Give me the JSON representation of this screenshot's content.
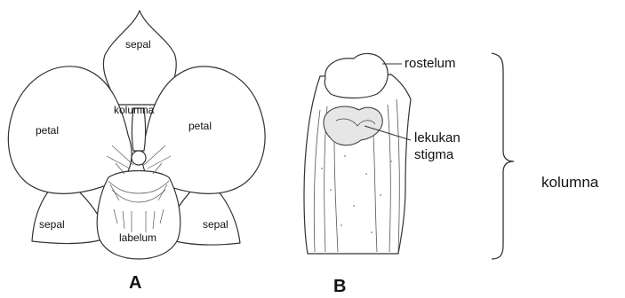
{
  "panel_a": {
    "letter": "A",
    "labels": {
      "sepal_top": "sepal",
      "kolumna": "kolumna",
      "petal_left": "petal",
      "petal_right": "petal",
      "sepal_left": "sepal",
      "sepal_right": "sepal",
      "labelum": "labelum"
    }
  },
  "panel_b": {
    "letter": "B",
    "labels": {
      "rostelum": "rostelum",
      "lekukan_stigma_line1": "lekukan",
      "lekukan_stigma_line2": "stigma",
      "kolumna": "kolumna"
    }
  },
  "colors": {
    "ink": "#111111",
    "line": "#333333",
    "shade": "#9a9a9a",
    "background": "#ffffff"
  }
}
